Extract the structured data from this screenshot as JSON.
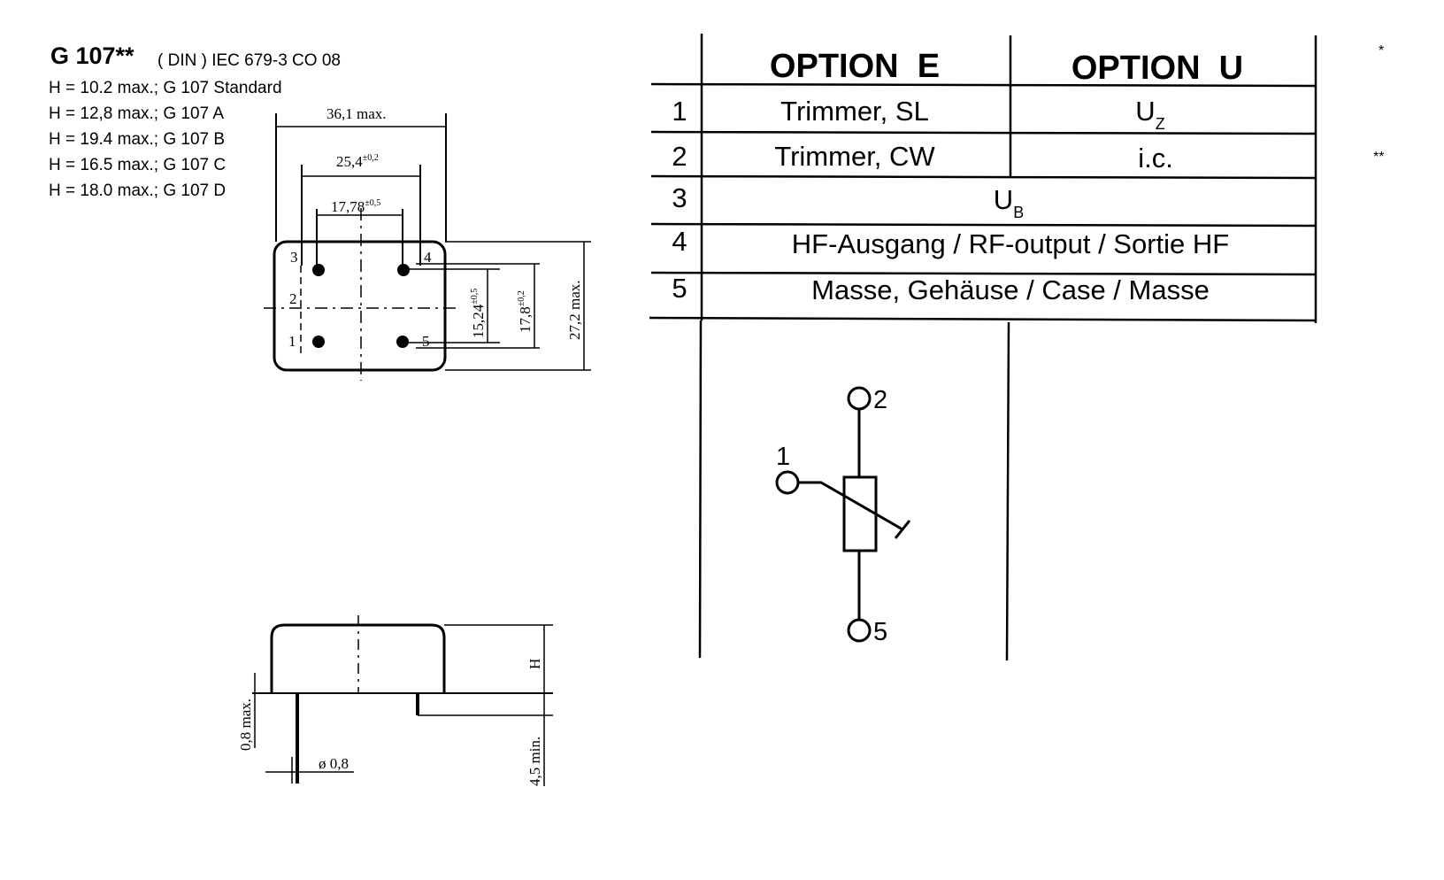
{
  "title": {
    "part": "G 107**",
    "standard": "( DIN ) IEC 679-3 CO 08"
  },
  "heights": [
    "H = 10.2 max.; G 107 Standard",
    "H = 12,8 max.; G 107 A",
    "H = 19.4 max.; G 107 B",
    "H = 16.5 max.; G 107 C",
    "H = 18.0 max.; G 107 D"
  ],
  "top_view": {
    "dim_width": "36,1 max.",
    "dim_pitch_outer": "25,4",
    "dim_pitch_outer_tol": "±0,2",
    "dim_pitch_inner": "17,78",
    "dim_pitch_inner_tol": "±0,5",
    "dim_v_inner": "15,24",
    "dim_v_inner_tol": "±0,5",
    "dim_v_outer": "17,8",
    "dim_v_outer_tol": "±0,2",
    "dim_height": "27,2 max.",
    "pins": [
      "1",
      "2",
      "3",
      "4",
      "5"
    ]
  },
  "side_view": {
    "dim_h": "H",
    "dim_standoff": "0,8 max.",
    "dim_pin_dia": "ø 0,8",
    "dim_pin_len": "4,5 min."
  },
  "table": {
    "headers": [
      "OPTION  E",
      "OPTION  U"
    ],
    "rows": [
      {
        "num": "1",
        "e": "Trimmer, SL",
        "u_main": "U",
        "u_sub": "Z"
      },
      {
        "num": "2",
        "e": "Trimmer, CW",
        "u": "i.c."
      },
      {
        "num": "3",
        "span_main": "U",
        "span_sub": "B"
      },
      {
        "num": "4",
        "span": "HF-Ausgang / RF-output / Sortie HF"
      },
      {
        "num": "5",
        "span": "Masse, Gehäuse / Case / Masse"
      }
    ]
  },
  "symbol": {
    "pins": [
      "2",
      "1",
      "5"
    ]
  },
  "margin_notes": [
    "*",
    "**"
  ]
}
